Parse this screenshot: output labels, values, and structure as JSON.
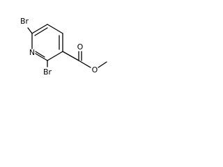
{
  "molecule": {
    "atoms": {
      "br_top": "Br",
      "nitrogen": "N",
      "br_bottom": "Br",
      "oxygen_carbonyl": "O",
      "oxygen_ester": "O"
    },
    "colors": {
      "bond": "#000000",
      "label": "#000000",
      "background": "#ffffff"
    }
  }
}
